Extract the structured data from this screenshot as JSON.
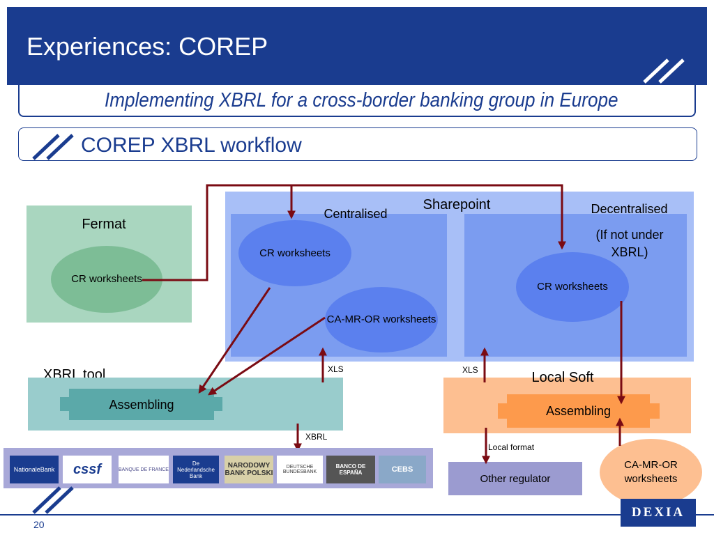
{
  "header": {
    "title": "Experiences: COREP",
    "subtitle": "Implementing XBRL for a cross-border banking group in Europe",
    "section": "COREP XBRL workflow"
  },
  "diagram": {
    "sharepoint": "Sharepoint",
    "centralised": "Centralised",
    "decentralised": "Decentralised",
    "decentralised_note": "(If not under XBRL)",
    "fermat": {
      "label": "Fermat",
      "ellipse": "CR worksheets"
    },
    "cr_central": "CR worksheets",
    "camror_central": "CA-MR-OR worksheets",
    "cr_decentral": "CR worksheets",
    "xbrl_tool": {
      "label": "XBRL tool",
      "assembling": "Assembling"
    },
    "local_soft": {
      "label": "Local Soft",
      "assembling": "Assembling"
    },
    "xls_left": "XLS",
    "xls_right": "XLS",
    "xbrl": "XBRL",
    "local_format": "Local format",
    "other_regulator": "Other regulator",
    "camror_local": "CA-MR-OR worksheets"
  },
  "logos": {
    "nbb": "NationaleBank",
    "cssf": "cssf",
    "bdf": "BANQUE DE FRANCE",
    "dnb": "De Nederlandsche Bank",
    "nbp": "NARODOWY BANK POLSKI",
    "bundesbank": "DEUTSCHE BUNDESBANK",
    "bde": "BANCO DE ESPAÑA",
    "cebs": "CEBS",
    "dexia": "DEXIA"
  },
  "footer": {
    "page_number": "20"
  },
  "colors": {
    "brand_blue": "#1a3c8f",
    "sharepoint_bg": "#a8bff7",
    "panel_blue": "#7b9cf0",
    "ellipse_blue": "#5b80ee",
    "fermat_green": "#a9d6bf",
    "fermat_ellipse": "#7dbd96",
    "xbrl_teal": "#99cccc",
    "assembling_teal": "#5ba9a9",
    "local_orange": "#fdbf91",
    "assembling_orange": "#fd9a4c",
    "arrow": "#7a0b13",
    "regulator": "#9b9bd0"
  }
}
